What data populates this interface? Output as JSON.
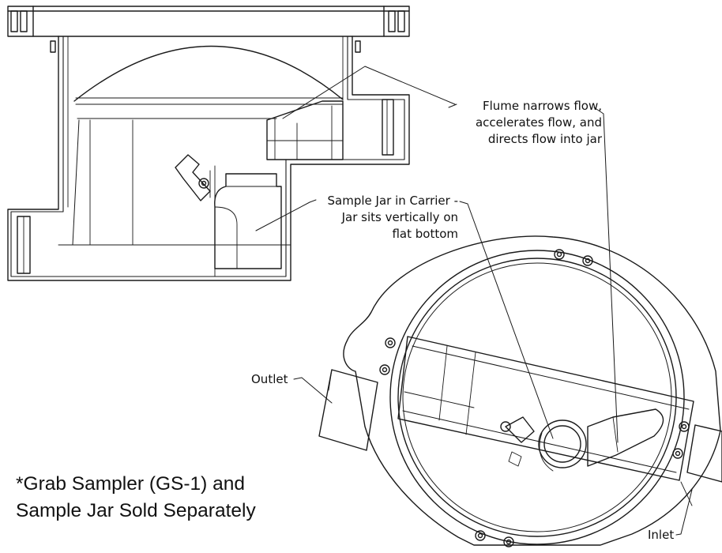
{
  "labels": {
    "flume": [
      "Flume narrows flow,",
      "accelerates flow, and",
      "directs flow into jar"
    ],
    "sample_jar": [
      "Sample Jar in Carrier -",
      "Jar sits vertically on",
      "flat bottom"
    ],
    "outlet": "Outlet",
    "inlet": "Inlet"
  },
  "footnote": [
    "*Grab Sampler (GS-1) and",
    "Sample Jar Sold Separately"
  ],
  "colors": {
    "line": "#1a1a1a",
    "paper": "#ffffff"
  }
}
